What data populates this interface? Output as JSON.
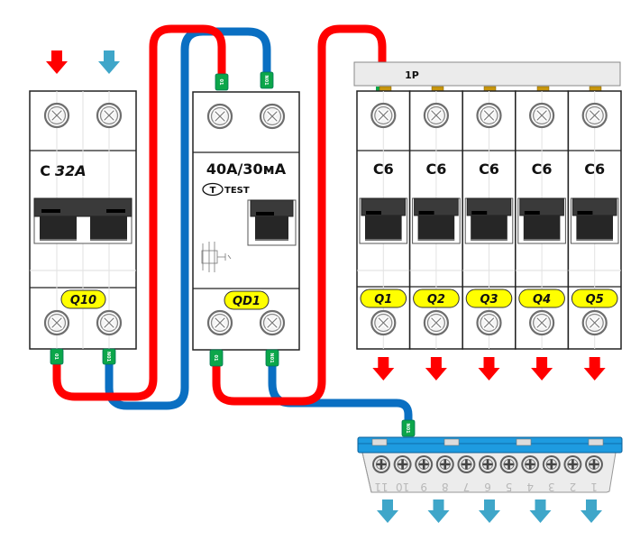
{
  "diagram": {
    "title": "Single-phase RCD wiring diagram",
    "colors": {
      "phase_wire": "#ff0000",
      "neutral_wire": "#0a6fc2",
      "ferrule": "#0ca64a",
      "label_badge": "#ffff00",
      "neutral_arrow": "#3fa6c9",
      "phase_arrow": "#ff0000",
      "neutral_bus": "#1e9be0",
      "comb_busbar": "#ebebeb",
      "busbar_tooth": "#c8960c"
    },
    "main_breaker": {
      "id": "Q10",
      "rating": "C 32A",
      "rating_prefix": "C",
      "rating_value": "32A",
      "poles": 2,
      "ferrule_left": "01",
      "ferrule_right": "N01",
      "input_arrows": [
        "phase",
        "neutral"
      ]
    },
    "rcd": {
      "id": "QD1",
      "rating": "40A/30мА",
      "test_button": "T",
      "test_label": "TEST",
      "ferrule_top_left": "01",
      "ferrule_top_right": "N01",
      "ferrule_bottom_left": "01",
      "ferrule_bottom_right": "N01"
    },
    "comb_busbar": {
      "label": "1P"
    },
    "branch_breakers": [
      {
        "id": "Q1",
        "rating": "C6"
      },
      {
        "id": "Q2",
        "rating": "C6"
      },
      {
        "id": "Q3",
        "rating": "C6"
      },
      {
        "id": "Q4",
        "rating": "C6"
      },
      {
        "id": "Q5",
        "rating": "C6"
      }
    ],
    "neutral_bus": {
      "ferrule": "N01",
      "terminals": [
        "11",
        "10",
        "9",
        "8",
        "7",
        "6",
        "5",
        "4",
        "3",
        "2",
        "1"
      ],
      "output_arrows": 5
    }
  }
}
